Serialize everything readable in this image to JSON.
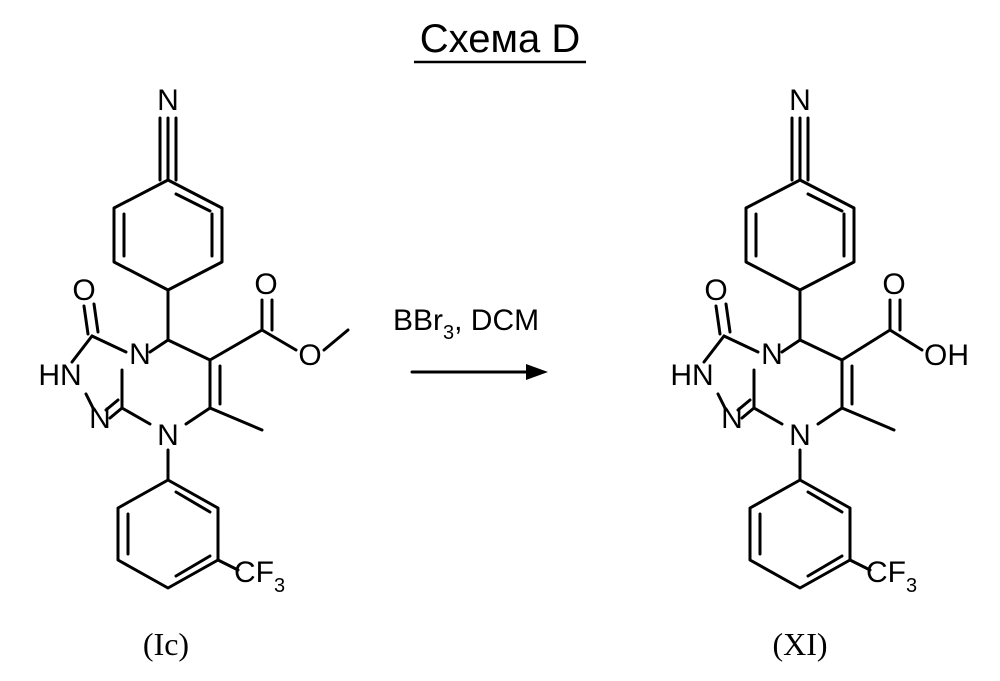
{
  "scheme": {
    "title": "Схема D"
  },
  "reaction": {
    "reagents": {
      "line1": "BBr",
      "subscript": "3",
      "line2": ", DCM"
    }
  },
  "compounds": [
    {
      "id": "Ic",
      "label": "(Ic)",
      "atoms": {
        "nitrile_n": "N",
        "carbonyl_o_ring": "O",
        "nh": "HN",
        "n_ring_top": "N",
        "n_triazole": "N",
        "n_bottom": "N",
        "ester_o_carbonyl": "O",
        "ester_o": "O",
        "cf3": "CF",
        "cf3_sub": "3"
      }
    },
    {
      "id": "XI",
      "label": "(XI)",
      "atoms": {
        "nitrile_n": "N",
        "carbonyl_o_ring": "O",
        "nh": "HN",
        "n_ring_top": "N",
        "n_triazole": "N",
        "n_bottom": "N",
        "acid_o_carbonyl": "O",
        "acid_oh": "OH",
        "cf3": "CF",
        "cf3_sub": "3"
      }
    }
  ]
}
